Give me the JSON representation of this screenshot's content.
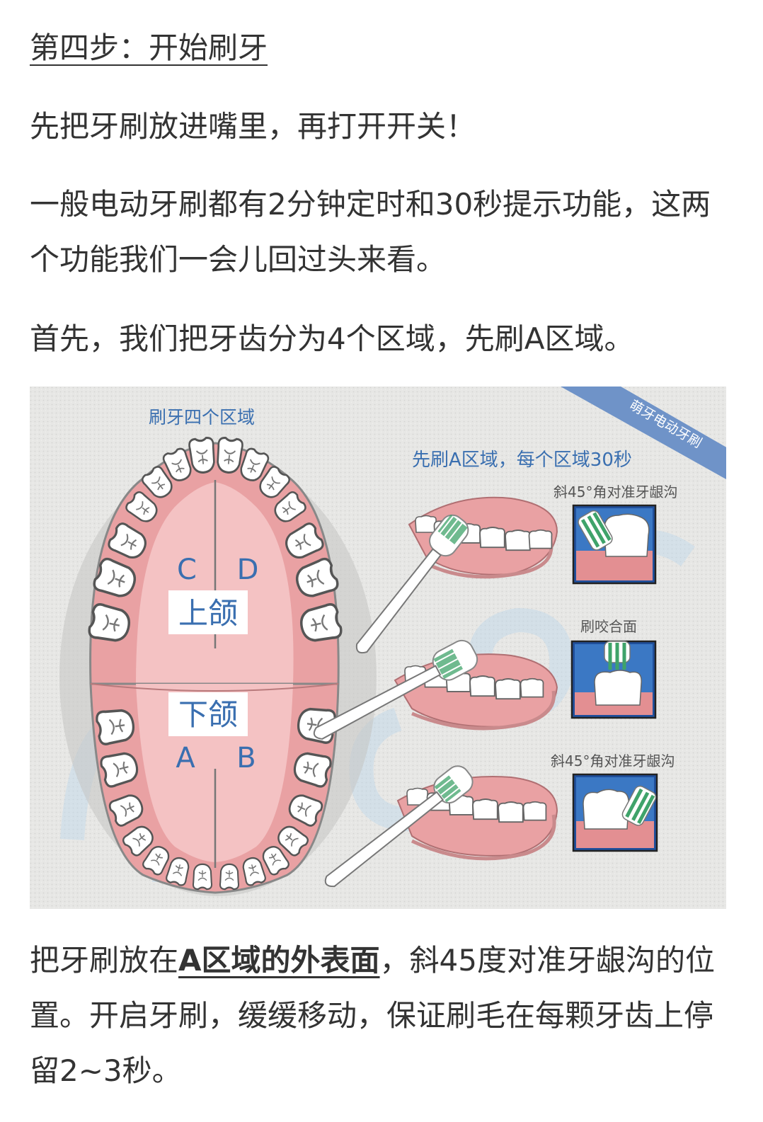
{
  "step_heading": "第四步：开始刷牙",
  "paragraph1": "先把牙刷放进嘴里，再打开开关！",
  "paragraph2": "一般电动牙刷都有2分钟定时和30秒提示功能，这两个功能我们一会儿回过头来看。",
  "paragraph3": "首先，我们把牙齿分为4个区域，先刷A区域。",
  "paragraph4": {
    "prefix": "把牙刷放在",
    "emphasis": "A区域的外表面",
    "suffix": "，斜45度对准牙龈沟的位置。开启牙刷，缓缓移动，保证刷毛在每颗牙齿上停留2~3秒。"
  },
  "figure": {
    "watermark_banner": "萌牙电动牙刷",
    "title_left": "刷牙四个区域",
    "title_right": "先刷A区域，每个区域30秒",
    "zone_c": "C",
    "zone_d": "D",
    "zone_a": "A",
    "zone_b": "B",
    "upper_jaw": "上颌",
    "lower_jaw": "下颌",
    "step1_caption": "斜45°角对准牙龈沟",
    "step2_caption": "刷咬合面",
    "step3_caption": "斜45°角对准牙龈沟",
    "colors": {
      "blue_text": "#3a6fb0",
      "gum_pink": "#e9a1a3",
      "banner_blue": "#6f93c8",
      "bristle_green": "#3fa36a"
    }
  }
}
